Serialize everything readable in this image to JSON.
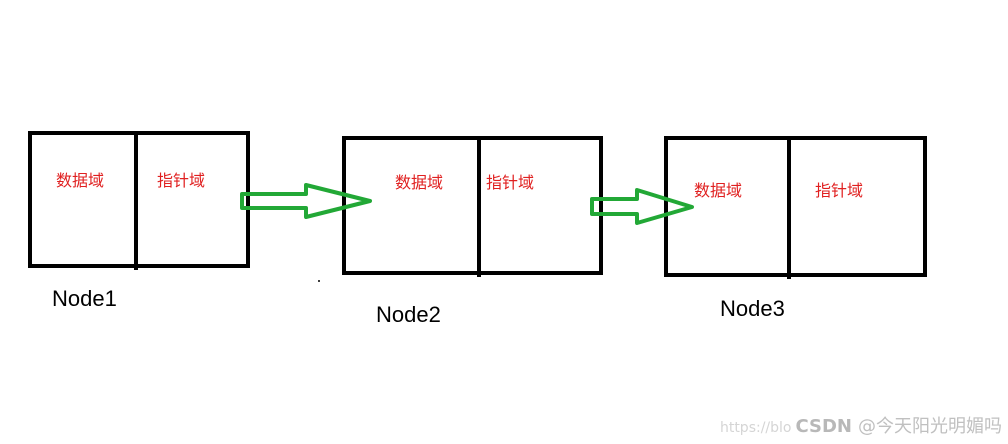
{
  "nodes": [
    {
      "name": "Node1",
      "data_label": "数据域",
      "pointer_label": "指针域"
    },
    {
      "name": "Node2",
      "data_label": "数据域",
      "pointer_label": "指针域"
    },
    {
      "name": "Node3",
      "data_label": "数据域",
      "pointer_label": "指针域"
    }
  ],
  "watermark": {
    "url": "https://blo",
    "brand": "CSDN",
    "author": "@今天阳光明媚吗"
  },
  "colors": {
    "box_border": "#000000",
    "field_text": "#e02020",
    "arrow": "#22a836"
  }
}
